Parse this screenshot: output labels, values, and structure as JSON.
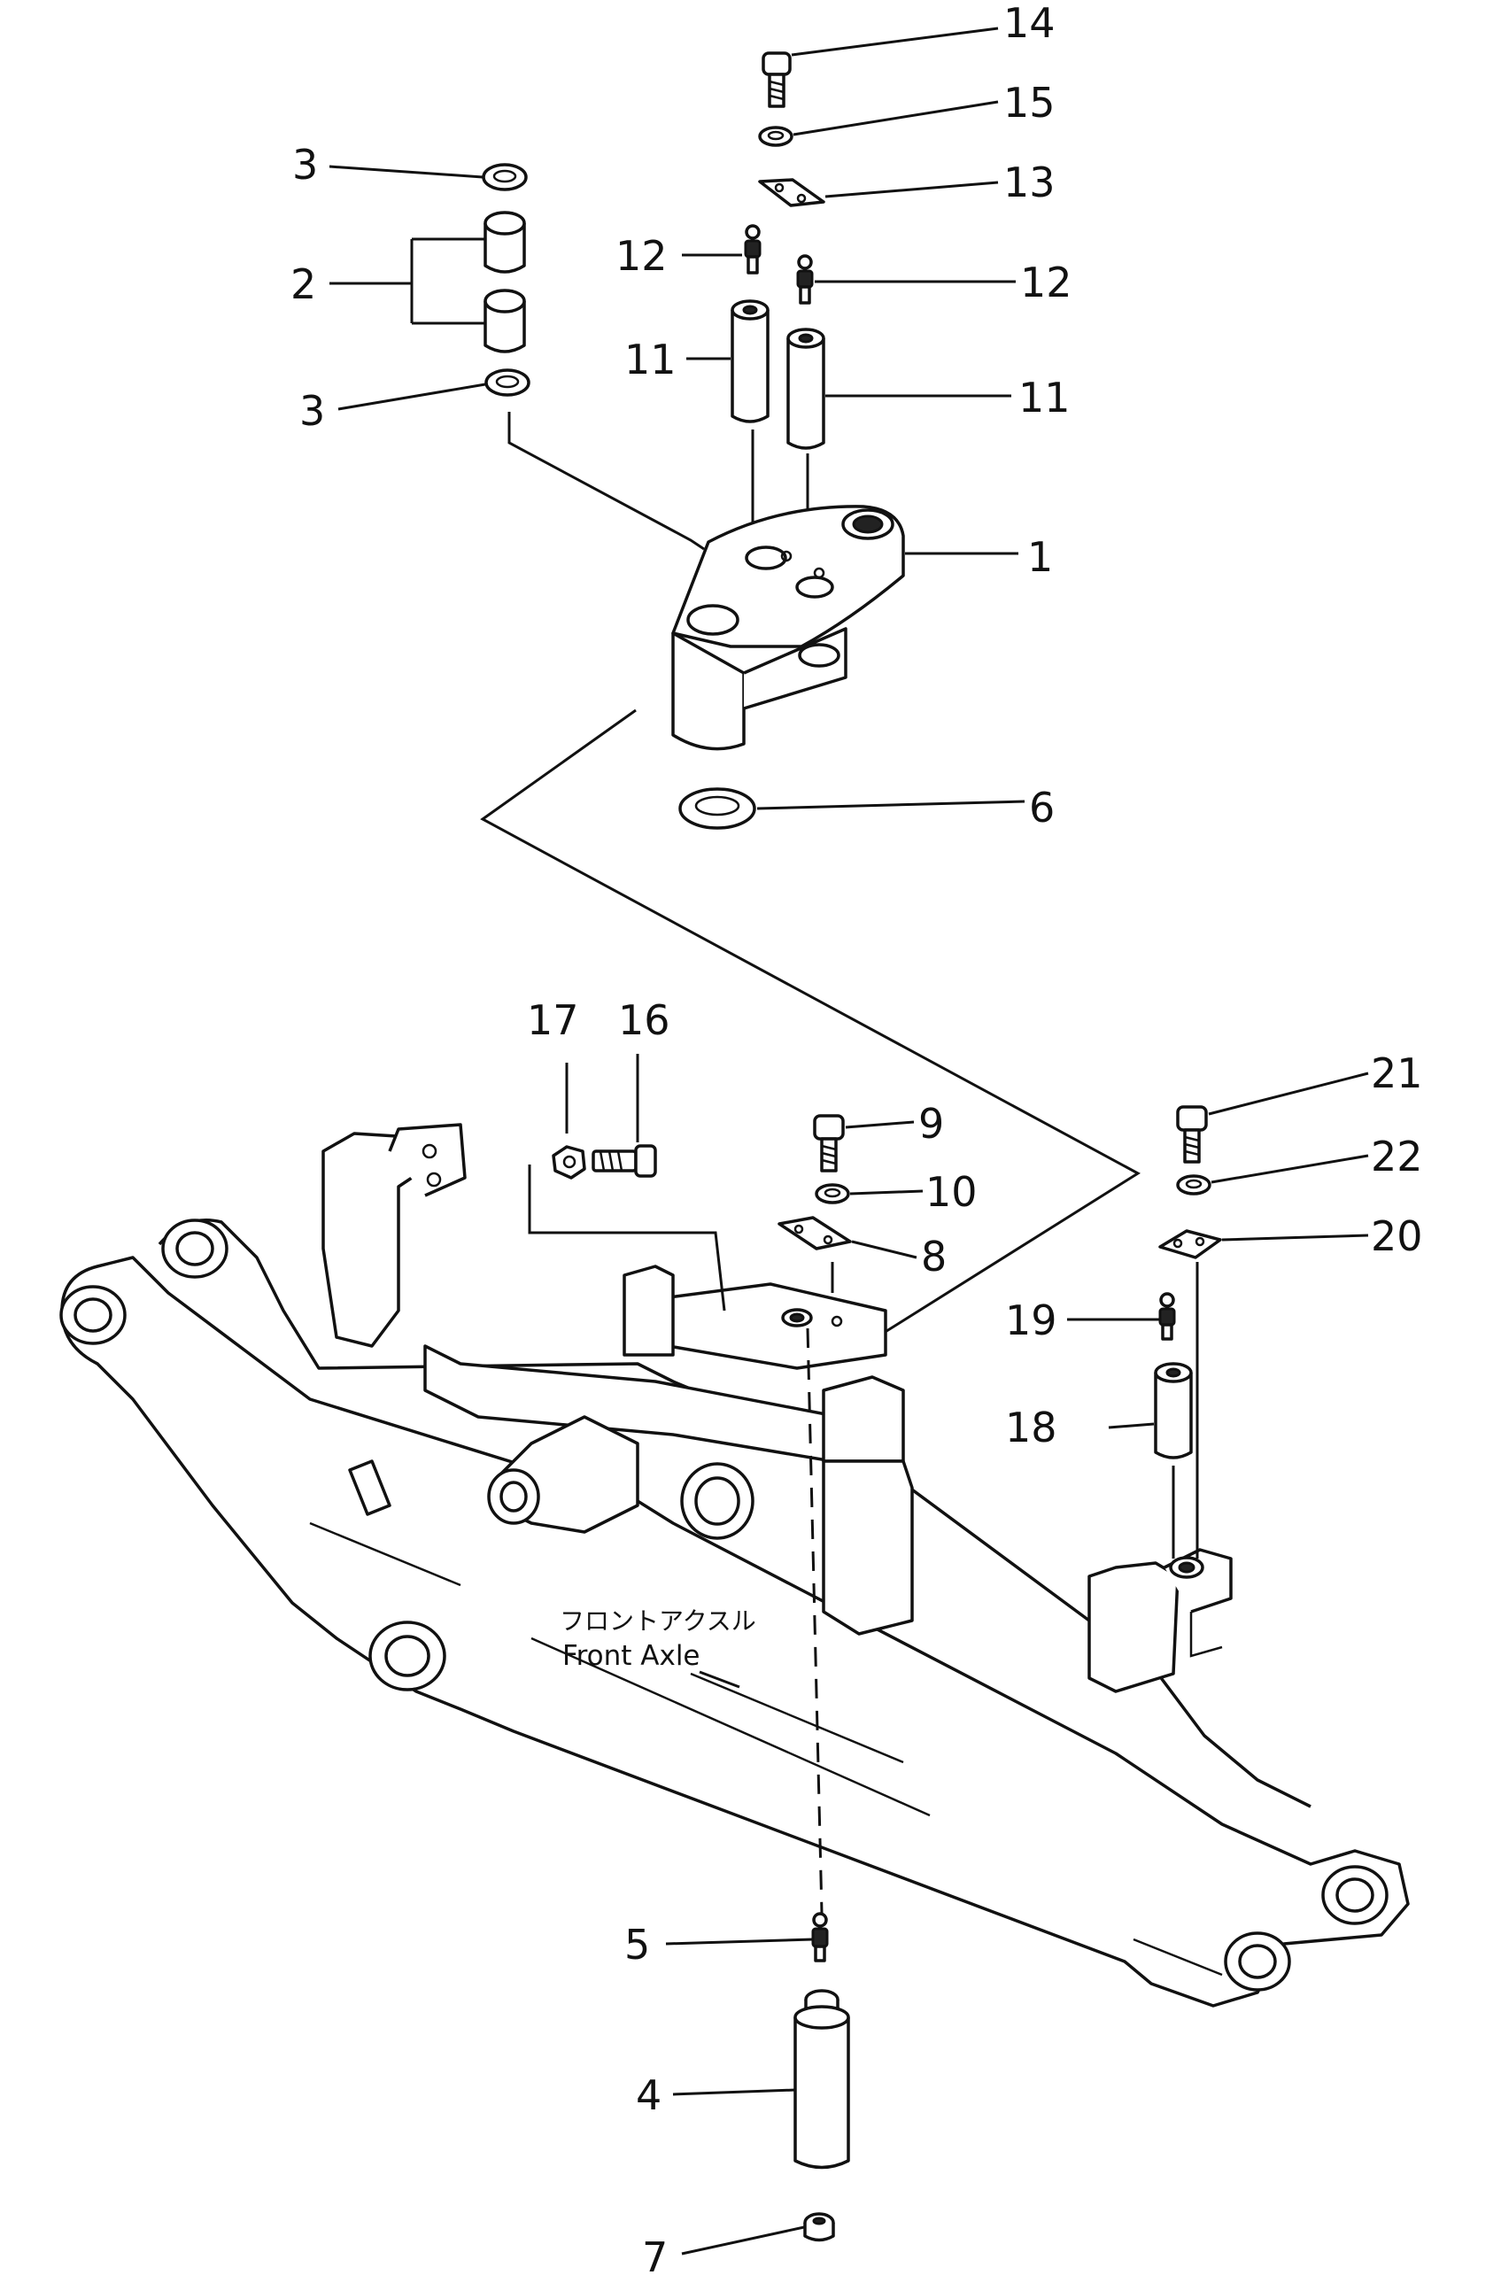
{
  "callouts": [
    {
      "id": "p1",
      "text": "1"
    },
    {
      "id": "p2",
      "text": "2"
    },
    {
      "id": "p3a",
      "text": "3"
    },
    {
      "id": "p3b",
      "text": "3"
    },
    {
      "id": "p4",
      "text": "4"
    },
    {
      "id": "p5",
      "text": "5"
    },
    {
      "id": "p6",
      "text": "6"
    },
    {
      "id": "p7",
      "text": "7"
    },
    {
      "id": "p8",
      "text": "8"
    },
    {
      "id": "p9",
      "text": "9"
    },
    {
      "id": "p10",
      "text": "10"
    },
    {
      "id": "p11a",
      "text": "11"
    },
    {
      "id": "p11b",
      "text": "11"
    },
    {
      "id": "p12a",
      "text": "12"
    },
    {
      "id": "p12b",
      "text": "12"
    },
    {
      "id": "p13",
      "text": "13"
    },
    {
      "id": "p14",
      "text": "14"
    },
    {
      "id": "p15",
      "text": "15"
    },
    {
      "id": "p16",
      "text": "16"
    },
    {
      "id": "p17",
      "text": "17"
    },
    {
      "id": "p18",
      "text": "18"
    },
    {
      "id": "p19",
      "text": "19"
    },
    {
      "id": "p20",
      "text": "20"
    },
    {
      "id": "p21",
      "text": "21"
    },
    {
      "id": "p22",
      "text": "22"
    }
  ],
  "caption": {
    "japanese": "フロントアクスル",
    "english": "Front Axle"
  }
}
